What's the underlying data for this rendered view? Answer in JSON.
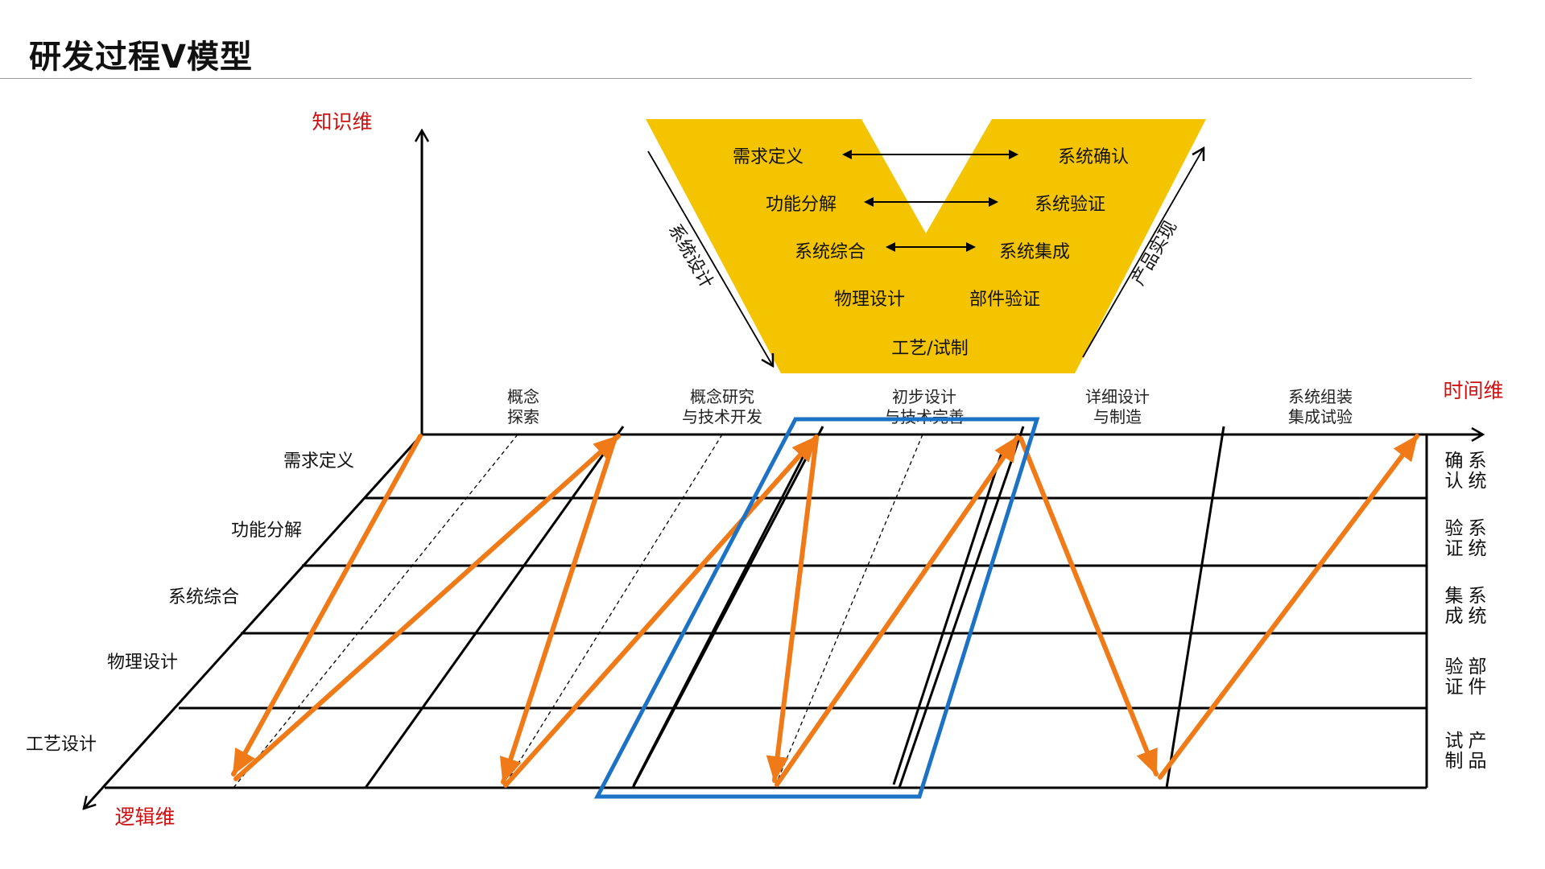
{
  "page": {
    "title": "研发过程V模型"
  },
  "axes": {
    "knowledge": "知识维",
    "time": "时间维",
    "logic": "逻辑维"
  },
  "v_model": {
    "pairs": [
      {
        "left": "需求定义",
        "right": "系统确认"
      },
      {
        "left": "功能分解",
        "right": "系统验证"
      },
      {
        "left": "系统综合",
        "right": "系统集成"
      },
      {
        "left": "物理设计",
        "right": "部件验证"
      }
    ],
    "bottom": "工艺/试制",
    "left_side": "系统设计",
    "right_side": "产品实现"
  },
  "phases": [
    {
      "line1": "概念",
      "line2": "探索"
    },
    {
      "line1": "概念研究",
      "line2": "与技术开发"
    },
    {
      "line1": "初步设计",
      "line2": "与技术完善"
    },
    {
      "line1": "详细设计",
      "line2": "与制造"
    },
    {
      "line1": "系统组装",
      "line2": "集成试验"
    }
  ],
  "rows_left": [
    "需求定义",
    "功能分解",
    "系统综合",
    "物理设计",
    "工艺设计"
  ],
  "rows_right": [
    {
      "a": "确",
      "b": "认",
      "c": "系",
      "d": "统"
    },
    {
      "a": "验",
      "b": "证",
      "c": "系",
      "d": "统"
    },
    {
      "a": "集",
      "b": "成",
      "c": "系",
      "d": "统"
    },
    {
      "a": "验",
      "b": "证",
      "c": "部",
      "d": "件"
    },
    {
      "a": "试",
      "b": "制",
      "c": "产",
      "d": "品"
    }
  ],
  "colors": {
    "v_fill": "#f5c400",
    "arrow": "#f07a17",
    "highlight": "#1c72c4",
    "axis_label": "#cc1111"
  }
}
